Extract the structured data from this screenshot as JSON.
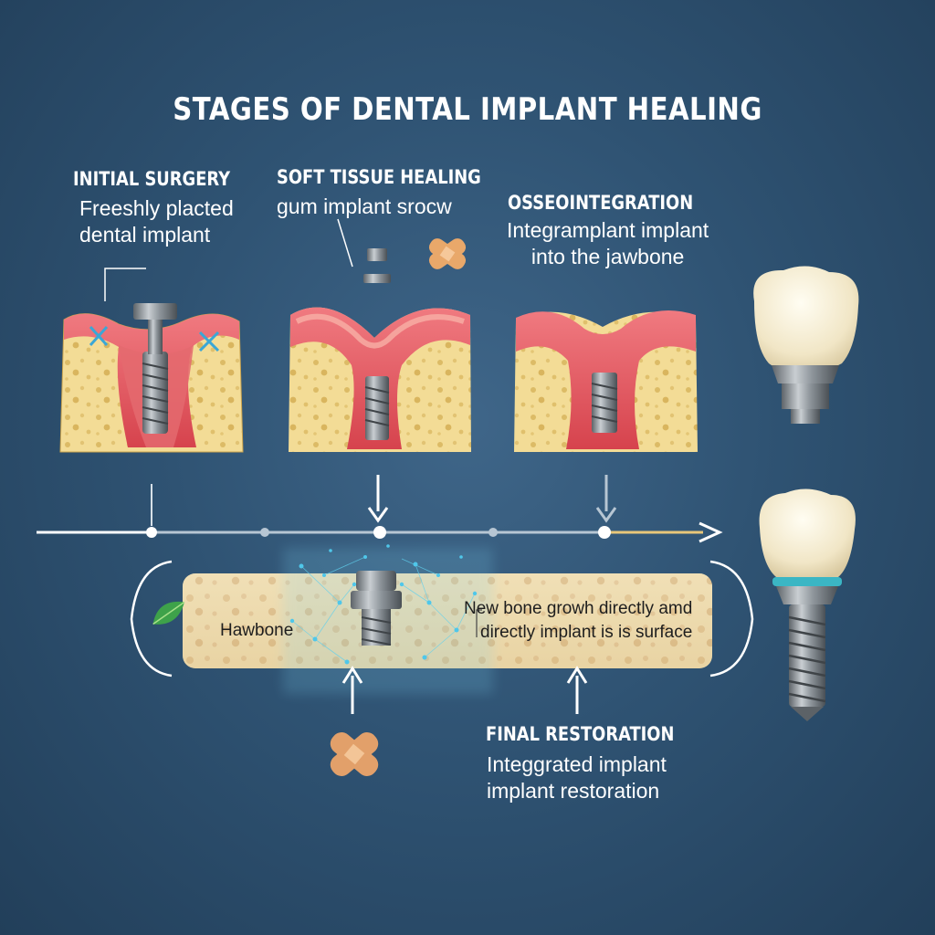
{
  "title": "STAGES OF DENTAL IMPLANT HEALING",
  "stages": [
    {
      "title": "INITIAL SURGERY",
      "desc": [
        "Freeshly placted",
        "dental implant"
      ]
    },
    {
      "title": "SOFT TISSUE HEALING",
      "desc": [
        "gum implant srocw"
      ]
    },
    {
      "title": "OSSEOINTEGRATION",
      "desc": [
        "Integramplant implant",
        "into the jawbone"
      ]
    },
    {
      "title": "FINAL RESTORATION",
      "desc": [
        "Integgrated implant",
        "implant restoration"
      ]
    }
  ],
  "bone_panel": {
    "left_label": "Hawbone",
    "right_label": [
      "New bone growh directly amd",
      "directly implant is is surface"
    ]
  },
  "icons": [
    "bandage-icon",
    "leaf-icon",
    "arrow-down-icon",
    "arrow-up-icon"
  ],
  "colors": {
    "background": "#2f5373",
    "bone": "#f2dc95",
    "gum": "#e0525b",
    "metal": "#8a9096",
    "timeline": "#ffffff",
    "timeline_accent": "#e8c77a"
  }
}
